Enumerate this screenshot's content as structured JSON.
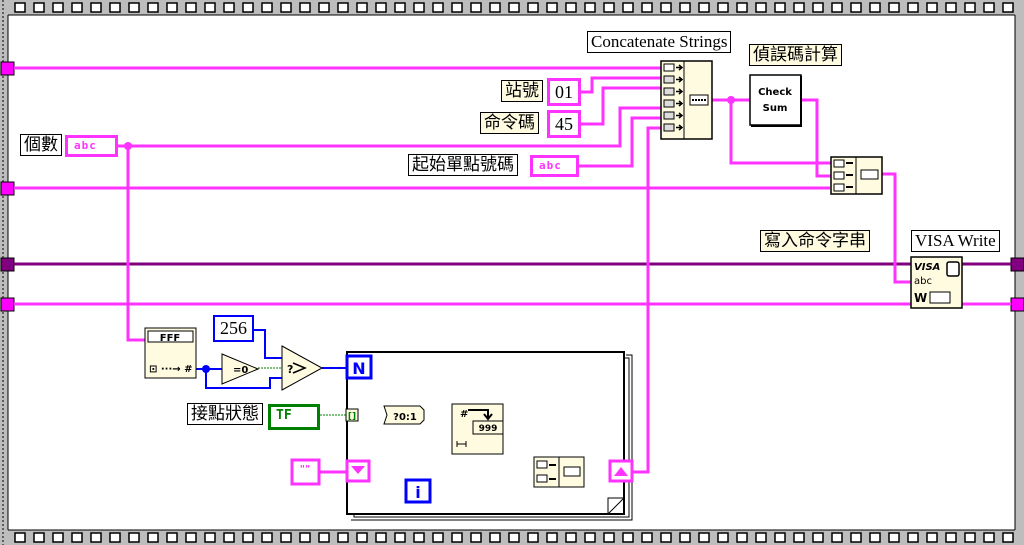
{
  "diagram": {
    "type": "LabVIEW block diagram",
    "colors": {
      "string_wire": "#ff33ff",
      "refnum_wire": "#800080",
      "numeric_wire": "#0000ff",
      "boolean_wire": "#008000",
      "node_fill": "#fffbe0",
      "frame_gray": "#bdbdbd"
    },
    "labels": {
      "count": "個數",
      "station_no": "站號",
      "command_code": "命令碼",
      "start_point": "起始單點號碼",
      "concatenate": "Concatenate Strings",
      "checksum_caption": "偵誤碼計算",
      "write_command": "寫入命令字串",
      "visa_write": "VISA Write",
      "contact_state": "接點狀態"
    },
    "constants": {
      "station_no_value": "01",
      "command_code_value": "45",
      "max_value": "256",
      "empty_string": "\"\""
    },
    "nodes": {
      "checksum_line1": "Check",
      "checksum_line2": "Sum",
      "control_abc": "abc",
      "bool_control": "TF",
      "for_loop_count": "N",
      "for_loop_iter": "i",
      "bool_to_num": "?0:1",
      "format_display": "999",
      "fff_text": "FFF",
      "visa_text": "VISA",
      "visa_abc": "abc"
    }
  }
}
